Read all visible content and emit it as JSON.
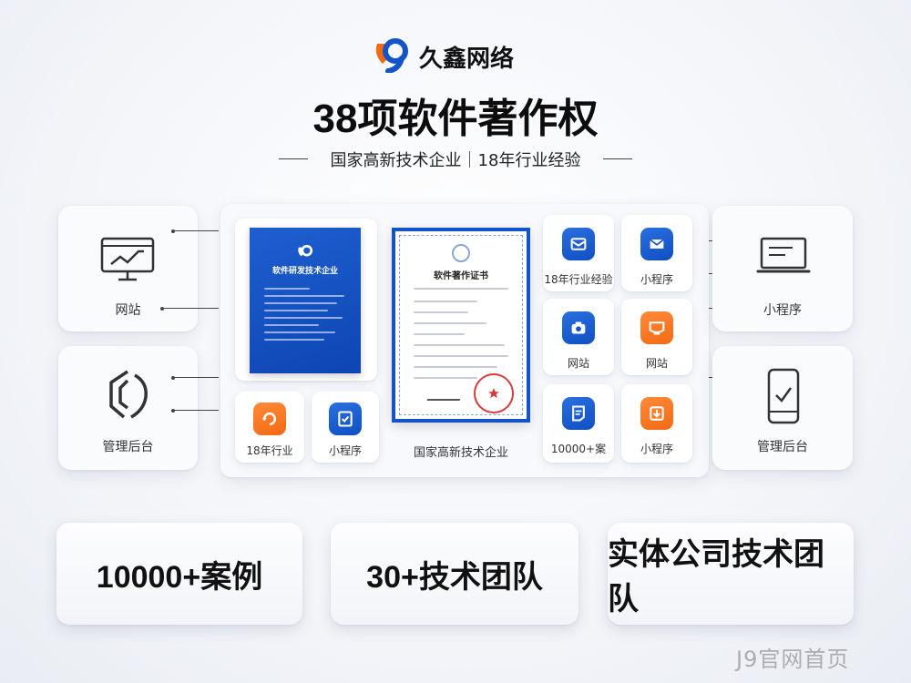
{
  "brand": {
    "name": "久鑫网络",
    "logo_icon": "brand-logo-icon"
  },
  "headline": "38项软件著作权",
  "subheadline": "国家高新技术企业｜18年行业经验",
  "left_cards": [
    {
      "label": "网站",
      "icon": "monitor-chart-icon"
    },
    {
      "label": "管理后台",
      "icon": "hook-logo-icon"
    }
  ],
  "right_cards": [
    {
      "label": "小程序",
      "icon": "laptop-window-icon"
    },
    {
      "label": "管理后台",
      "icon": "phone-check-icon"
    }
  ],
  "center": {
    "blue_doc_title": "软件研发技术企业",
    "cert_title": "软件著作证书",
    "caption": "国家高新技术企业",
    "bottom_tiles": [
      {
        "label": "18年行业",
        "icon": "refresh-icon",
        "color": "#f26a12"
      },
      {
        "label": "小程序",
        "icon": "checkbox-icon",
        "color": "#1453c8"
      }
    ],
    "right_tiles": [
      {
        "label": "18年行业经验",
        "icon": "mail-tray-icon",
        "color": "#1453c8"
      },
      {
        "label": "小程序",
        "icon": "envelope-icon",
        "color": "#1453c8"
      },
      {
        "label": "网站",
        "icon": "camera-icon",
        "color": "#1453c8"
      },
      {
        "label": "网站",
        "icon": "screen-icon",
        "color": "#f26a12"
      },
      {
        "label": "10000+案",
        "icon": "document-icon",
        "color": "#1453c8"
      },
      {
        "label": "小程序",
        "icon": "download-box-icon",
        "color": "#f26a12"
      }
    ]
  },
  "stats": [
    {
      "label": "10000+案例"
    },
    {
      "label": "30+技术团队"
    },
    {
      "label": "实体公司技术团队"
    }
  ],
  "watermark": "J9官网首页"
}
